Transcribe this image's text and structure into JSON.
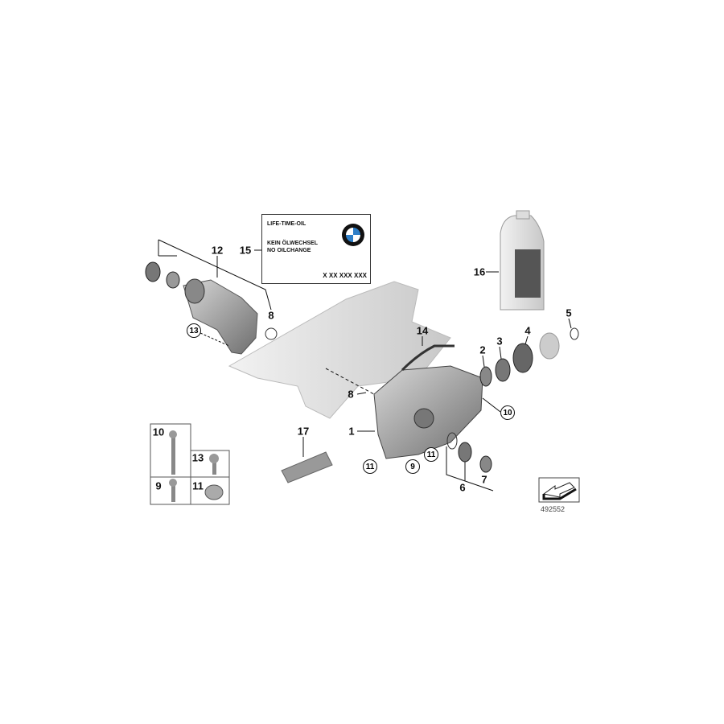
{
  "diagram": {
    "label_card": {
      "line1": "LIFE-TIME-OIL",
      "line2": "KEIN ÖLWECHSEL",
      "line3": "NO OILCHANGE",
      "part_no": "X XX XXX XXX",
      "logo": "BMW"
    },
    "callouts": {
      "c1": "1",
      "c2": "2",
      "c3": "3",
      "c4": "4",
      "c5": "5",
      "c6": "6",
      "c7": "7",
      "c8a": "8",
      "c8b": "8",
      "c12": "12",
      "c14": "14",
      "c15": "15",
      "c16": "16",
      "c17": "17"
    },
    "circled_callouts": {
      "c13": "13",
      "c10": "10",
      "c11a": "11",
      "c11b": "11",
      "c9": "9"
    },
    "inset": {
      "a": "10",
      "b": "13",
      "c": "9",
      "d": "11"
    },
    "diagram_number": "492552",
    "colors": {
      "part_gray": "#9a9a9a",
      "oil_pan": "#e6e6e6",
      "line": "#111111"
    }
  }
}
